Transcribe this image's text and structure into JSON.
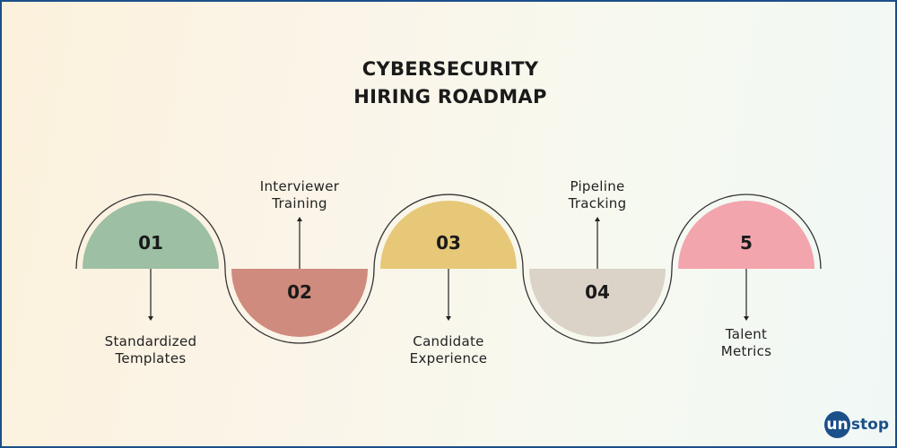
{
  "title": {
    "line1": "CYBERSECURITY",
    "line2": "HIRING ROADMAP"
  },
  "steps": [
    {
      "number": "01",
      "label_line1": "Standardized",
      "label_line2": "Templates",
      "color": "#9dbfa3"
    },
    {
      "number": "02",
      "label_line1": "Interviewer",
      "label_line2": "Training",
      "color": "#cf8b7e"
    },
    {
      "number": "03",
      "label_line1": "Candidate",
      "label_line2": "Experience",
      "color": "#e6c878"
    },
    {
      "number": "04",
      "label_line1": "Pipeline",
      "label_line2": "Tracking",
      "color": "#dbd3c8"
    },
    {
      "number": "5",
      "label_line1": "Talent",
      "label_line2": "Metrics",
      "color": "#f2a5ad"
    }
  ],
  "logo": {
    "badge": "un",
    "rest": "stop",
    "color": "#1b4f8a"
  }
}
